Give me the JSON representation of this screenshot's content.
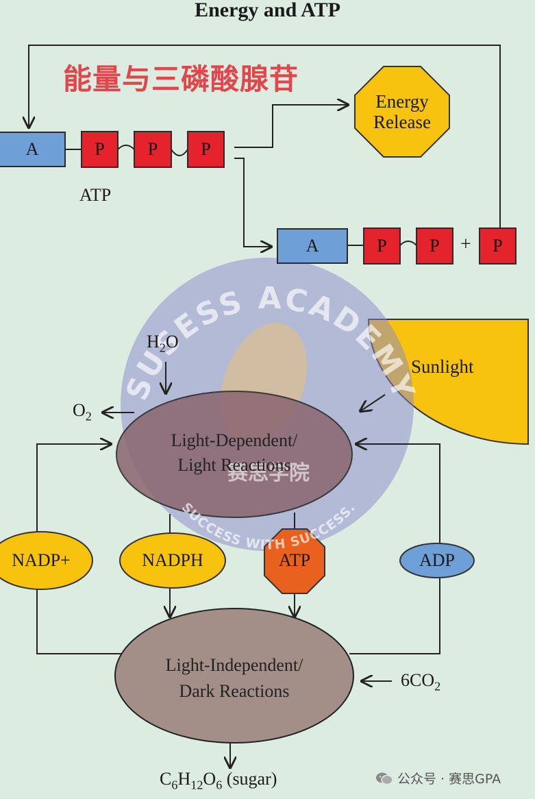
{
  "title": "Energy and ATP",
  "chinese_title": "能量与三磷酸腺苷",
  "atp_molecule": {
    "adenosine": "A",
    "phosphates": [
      "P",
      "P",
      "P"
    ],
    "label": "ATP"
  },
  "energy_release": "Energy\nRelease",
  "adp_molecule": {
    "adenosine": "A",
    "phosphates": [
      "P",
      "P"
    ],
    "plus": "+",
    "free_phosphate": "P"
  },
  "watermark": {
    "top": "SUSESS ACADEMY",
    "middle": "赛思学院",
    "bottom": "SUCCESS WITH SUCCESS."
  },
  "cycle": {
    "water": {
      "base": "H",
      "sub": "2",
      "tail": "O"
    },
    "oxygen": {
      "base": "O",
      "sub": "2"
    },
    "sunlight": "Sunlight",
    "light_dependent": "Light-Dependent/\nLight Reactions",
    "nadp_plus": "NADP+",
    "nadph": "NADPH",
    "atp": "ATP",
    "adp": "ADP",
    "light_independent": "Light-Independent/\nDark Reactions",
    "co2": {
      "base": "6CO",
      "sub": "2"
    },
    "sugar": {
      "c": "C",
      "c_sub": "6",
      "h": "H",
      "h_sub": "12",
      "o": "O",
      "o_sub": "6",
      "tail": " (sugar)"
    }
  },
  "footer": {
    "account": "公众号 · 赛思GPA"
  },
  "colors": {
    "background": "#ddece1",
    "adenosine": "#6e9fd6",
    "phosphate": "#e5232d",
    "energy": "#f7c30f",
    "atp_octagon": "#e8611f",
    "light_dependent": "#8a6670",
    "light_independent": "#a38f88",
    "chinese_title": "#e0474c"
  }
}
